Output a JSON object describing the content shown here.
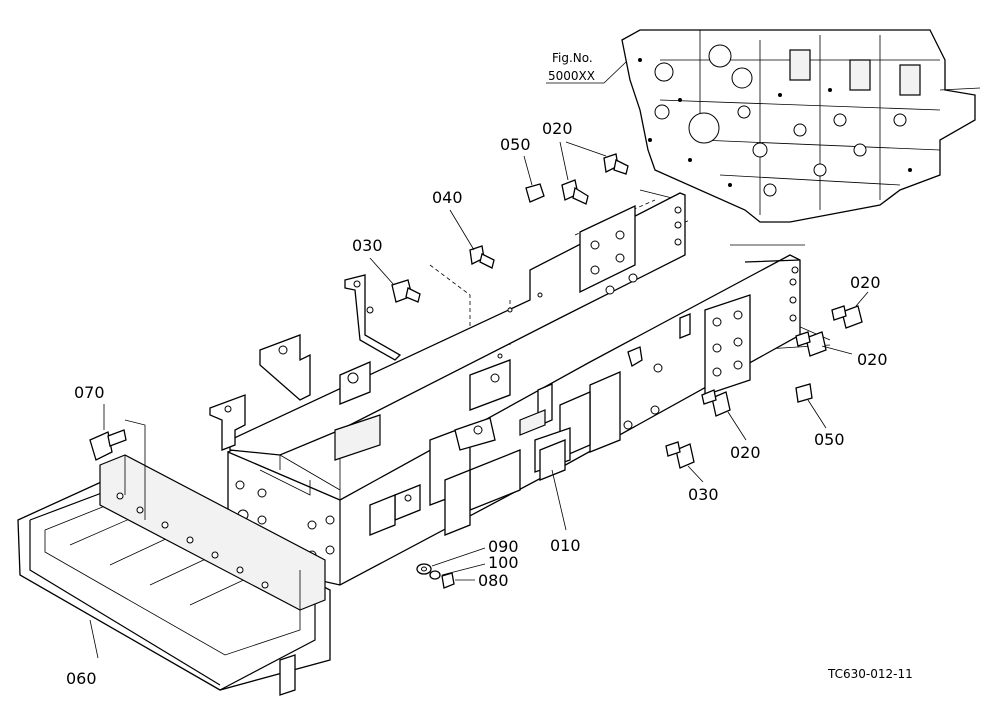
{
  "figure_ref": {
    "line1": "Fig.No.",
    "line2": "5000XX"
  },
  "parts": [
    {
      "key": "p010",
      "code": "010"
    },
    {
      "key": "p020a",
      "code": "020"
    },
    {
      "key": "p020b",
      "code": "020"
    },
    {
      "key": "p020c",
      "code": "020"
    },
    {
      "key": "p020d",
      "code": "020"
    },
    {
      "key": "p030a",
      "code": "030"
    },
    {
      "key": "p030b",
      "code": "030"
    },
    {
      "key": "p040",
      "code": "040"
    },
    {
      "key": "p050a",
      "code": "050"
    },
    {
      "key": "p050b",
      "code": "050"
    },
    {
      "key": "p060",
      "code": "060"
    },
    {
      "key": "p070",
      "code": "070"
    },
    {
      "key": "p080",
      "code": "080"
    },
    {
      "key": "p090",
      "code": "090"
    },
    {
      "key": "p100",
      "code": "100"
    }
  ],
  "drawing_code": "TC630-012-11"
}
